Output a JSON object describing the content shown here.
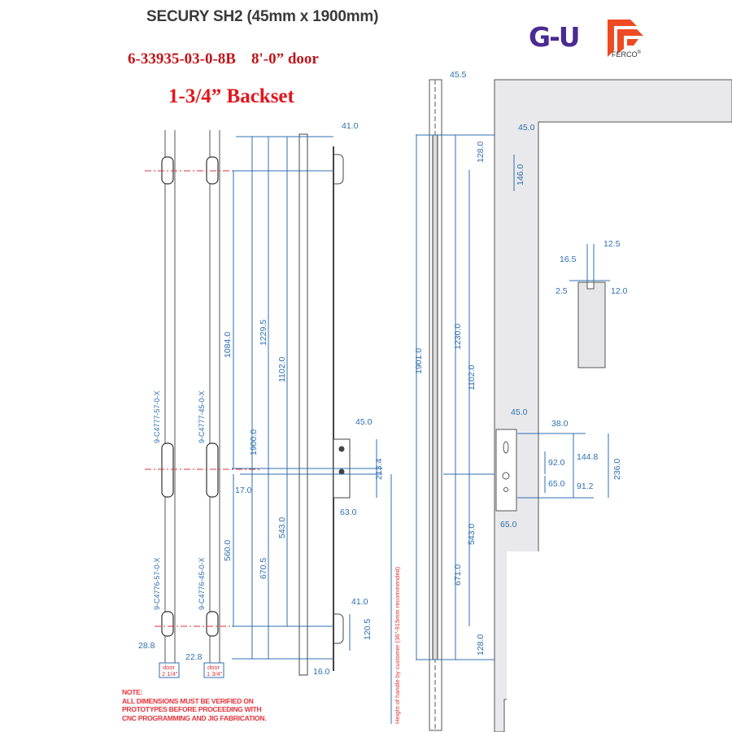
{
  "header": {
    "title": "SECURY SH2 (45mm x 1900mm)",
    "part_line": "6-33935-03-0-8B    8'-0” door",
    "backset": "1-3/4” Backset"
  },
  "logos": {
    "gu": "G-U",
    "ferco": "FERCO",
    "ferco_mark": "®",
    "gu_color": "#4b2a92",
    "ferco_color": "#ee4a23"
  },
  "keepers": {
    "upper_left": "9-C4777-57-0-X",
    "upper_right": "9-C4777-45-0-X",
    "lower_left": "9-C4776-57-0-X",
    "lower_right": "9-C4776-45-0-X",
    "door_left": [
      "door",
      "2 1/4\""
    ],
    "door_right": [
      "door",
      "1 3/4\""
    ],
    "offset_left": "28.8",
    "offset_right": "22.8"
  },
  "front_view": {
    "dims": {
      "d1084": "1084.0",
      "d1229": "1229.5",
      "d1102": "1102.0",
      "d1900": "1900.0",
      "d17": "17.0",
      "d560": "560.0",
      "d670": "670.5",
      "d543": "543.0",
      "top41": "41.0",
      "lock45": "45.0",
      "lock213": "213.4",
      "lock63": "63.0",
      "bot41": "41.0",
      "bot120": "120.5",
      "bot16": "16.0"
    },
    "handle_note": "Height of handle by customer (36\"-915mm recommended)"
  },
  "side_view": {
    "dims": {
      "top45_5": "45.5",
      "d1901": "1901.0",
      "d1230": "1230.0",
      "d1102": "1102.0",
      "d543": "543.0",
      "d671": "671.0",
      "d128_top": "128.0",
      "d128_bot": "128.0"
    }
  },
  "frame_view": {
    "dims": {
      "top45": "45.0",
      "d146": "146.0",
      "mid45": "45.0",
      "d38": "38.0",
      "d92": "92.0",
      "d65": "65.0",
      "d144": "144.8",
      "d91": "91.2",
      "d236": "236.0",
      "d65b": "65.0"
    }
  },
  "section_view": {
    "dims": {
      "d12_5": "12.5",
      "d16_5": "16.5",
      "d2_5": "2.5",
      "d12": "12.0"
    }
  },
  "note": {
    "lines": [
      "NOTE:",
      "ALL DIMENSIONS MUST BE VERIFIED ON",
      "PROTOTYPES BEFORE PROCEEDING WITH",
      "CNC PROGRAMMING AND JIG FABRICATION."
    ]
  }
}
